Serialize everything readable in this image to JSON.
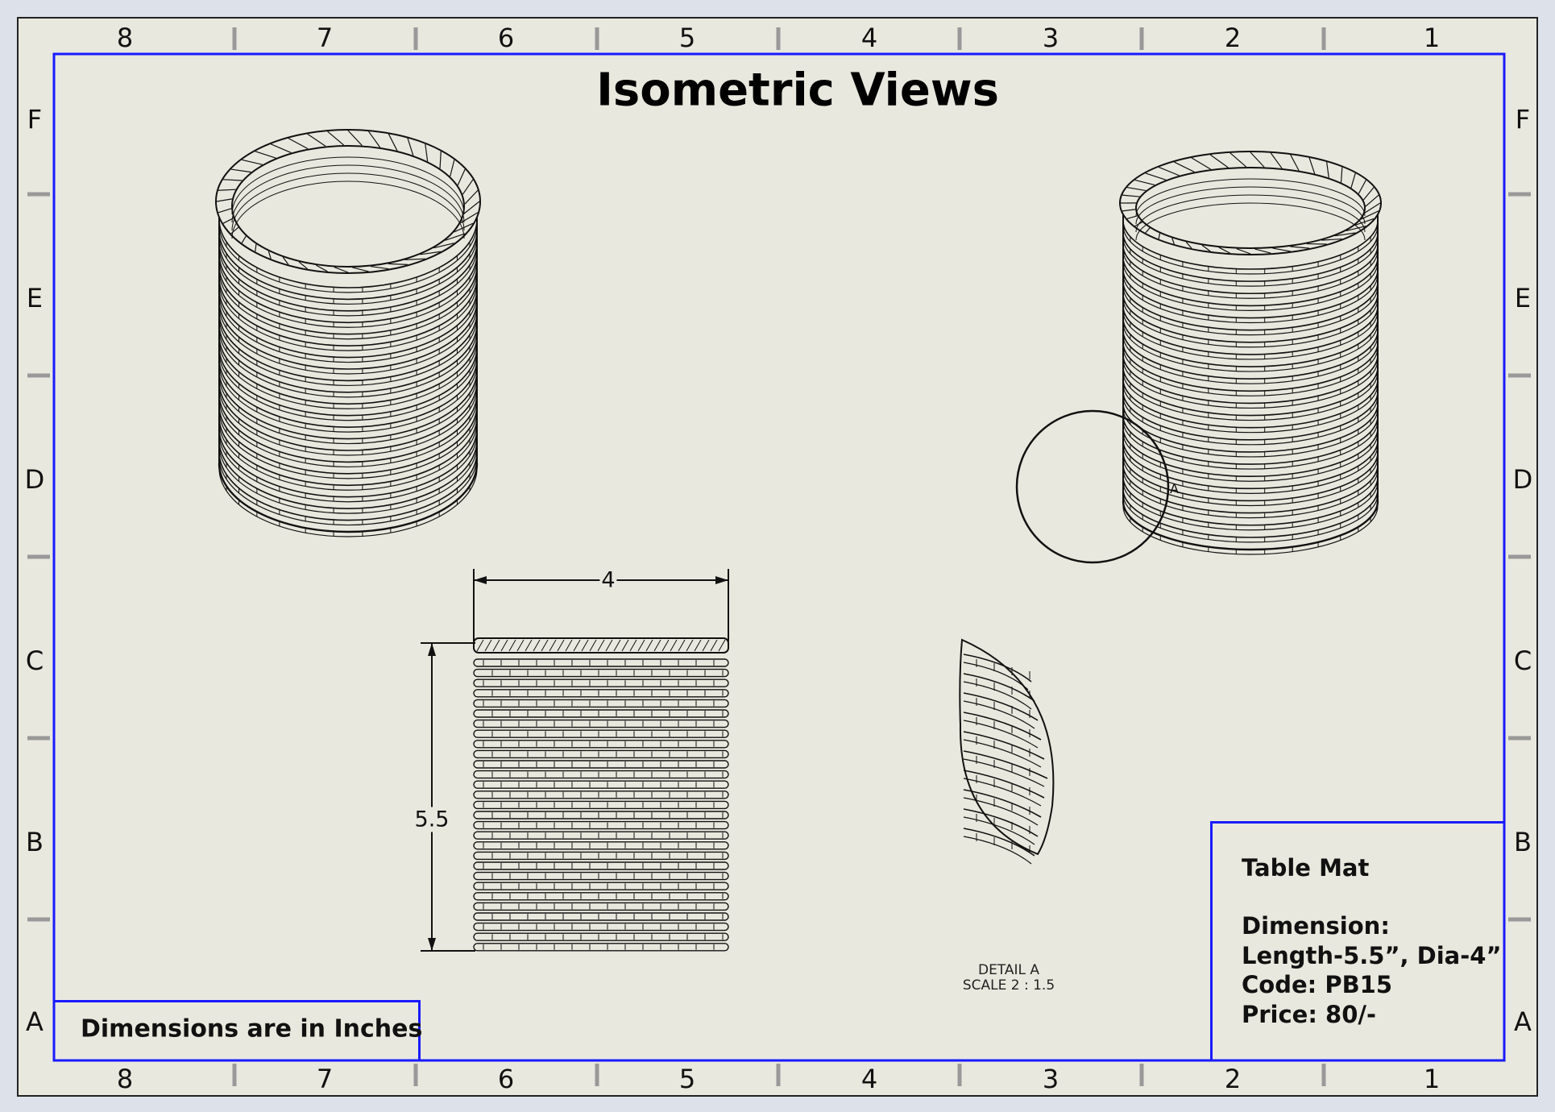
{
  "title": "Isometric Views",
  "zone_columns": [
    "8",
    "7",
    "6",
    "5",
    "4",
    "3",
    "2",
    "1"
  ],
  "zone_rows": [
    "F",
    "E",
    "D",
    "C",
    "B",
    "A"
  ],
  "dimensions": {
    "diameter": "4",
    "length": "5.5"
  },
  "detail": {
    "callout": "A",
    "label": "DETAIL A",
    "scale": "SCALE 2 : 1.5"
  },
  "note": "Dimensions are in Inches",
  "title_block": {
    "name": "Table Mat",
    "dimension_label": "Dimension:",
    "dimension_value": "Length-5.5”, Dia-4”",
    "code": "Code: PB15",
    "price": "Price: 80/-"
  },
  "colors": {
    "sheet": "#e8e8de",
    "border_blue": "#1a1aff",
    "background": "#dde2ea",
    "line": "#111111"
  }
}
